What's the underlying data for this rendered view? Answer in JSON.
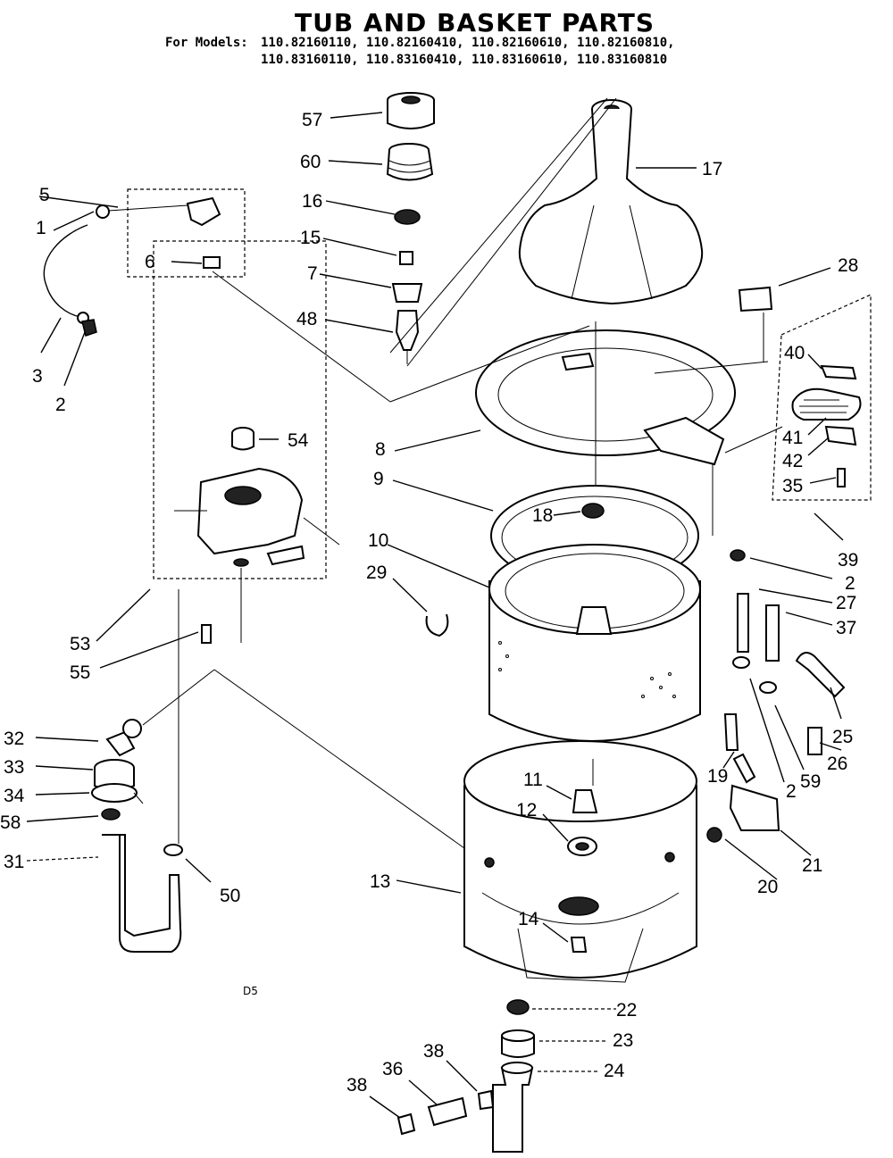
{
  "title": "TUB AND BASKET PARTS",
  "models_prefix": "For Models:",
  "models_line1": "110.82160110, 110.82160410, 110.82160610, 110.82160810,",
  "models_line2": "110.83160110, 110.83160410, 110.83160610, 110.83160810",
  "page_code": "D5",
  "labels": {
    "p1": "1",
    "p2a": "2",
    "p3": "3",
    "p5": "5",
    "p6": "6",
    "p57": "57",
    "p60": "60",
    "p16": "16",
    "p15": "15",
    "p7": "7",
    "p48": "48",
    "p17": "17",
    "p28": "28",
    "p40": "40",
    "p41": "41",
    "p42": "42",
    "p35": "35",
    "p39": "39",
    "p54": "54",
    "p53": "53",
    "p55": "55",
    "p8": "8",
    "p9": "9",
    "p18": "18",
    "p10": "10",
    "p29": "29",
    "p2b": "2",
    "p27": "27",
    "p37": "37",
    "p25": "25",
    "p26": "26",
    "p59": "59",
    "p2c": "2",
    "p19": "19",
    "p21": "21",
    "p20": "20",
    "p32": "32",
    "p33": "33",
    "p34": "34",
    "p58": "58",
    "p31": "31",
    "p50": "50",
    "p11": "11",
    "p12": "12",
    "p13": "13",
    "p14": "14",
    "p22": "22",
    "p23": "23",
    "p24": "24",
    "p38a": "38",
    "p36": "36",
    "p38b": "38"
  }
}
